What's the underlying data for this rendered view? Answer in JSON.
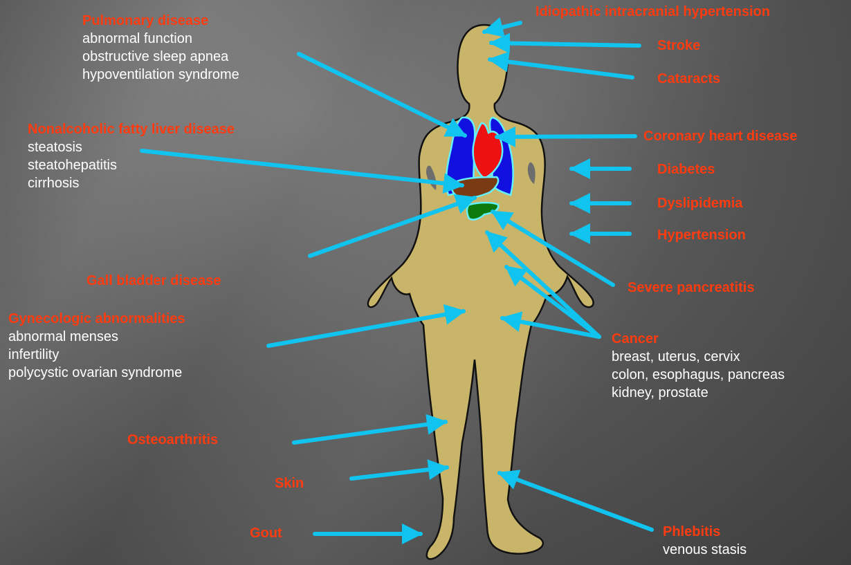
{
  "colors": {
    "label": "#ff3b10",
    "detail": "#ffffff",
    "arrow": "#11c3ef",
    "body": "#c8b56a",
    "lungs": "#1010e0",
    "heart": "#ee1111",
    "liver": "#7a3a14",
    "pancreas": "#0c7a0c",
    "organ_outline": "#62f2ff"
  },
  "labels": {
    "pulmonary": {
      "title": "Pulmonary disease",
      "details": [
        "abnormal function",
        "obstructive sleep apnea",
        "hypoventilation syndrome"
      ]
    },
    "nafld": {
      "title": "Nonalcoholic fatty liver disease",
      "details": [
        "steatosis",
        "steatohepatitis",
        "cirrhosis"
      ]
    },
    "gallbladder": {
      "title": "Gall bladder disease"
    },
    "gynecologic": {
      "title": "Gynecologic abnormalities",
      "details": [
        "abnormal menses",
        "infertility",
        "polycystic ovarian syndrome"
      ]
    },
    "osteoarthritis": {
      "title": "Osteoarthritis"
    },
    "skin": {
      "title": "Skin"
    },
    "gout": {
      "title": "Gout"
    },
    "iih": {
      "title": "Idiopathic intracranial hypertension"
    },
    "stroke": {
      "title": "Stroke"
    },
    "cataracts": {
      "title": "Cataracts"
    },
    "chd": {
      "title": "Coronary heart disease"
    },
    "diabetes": {
      "title": "Diabetes"
    },
    "dyslipidemia": {
      "title": "Dyslipidemia"
    },
    "hypertension": {
      "title": "Hypertension"
    },
    "pancreatitis": {
      "title": "Severe pancreatitis"
    },
    "cancer": {
      "title": "Cancer",
      "details": [
        "breast, uterus, cervix",
        "colon, esophagus, pancreas",
        "kidney, prostate"
      ]
    },
    "phlebitis": {
      "title": "Phlebitis",
      "details": [
        "venous stasis"
      ]
    }
  }
}
